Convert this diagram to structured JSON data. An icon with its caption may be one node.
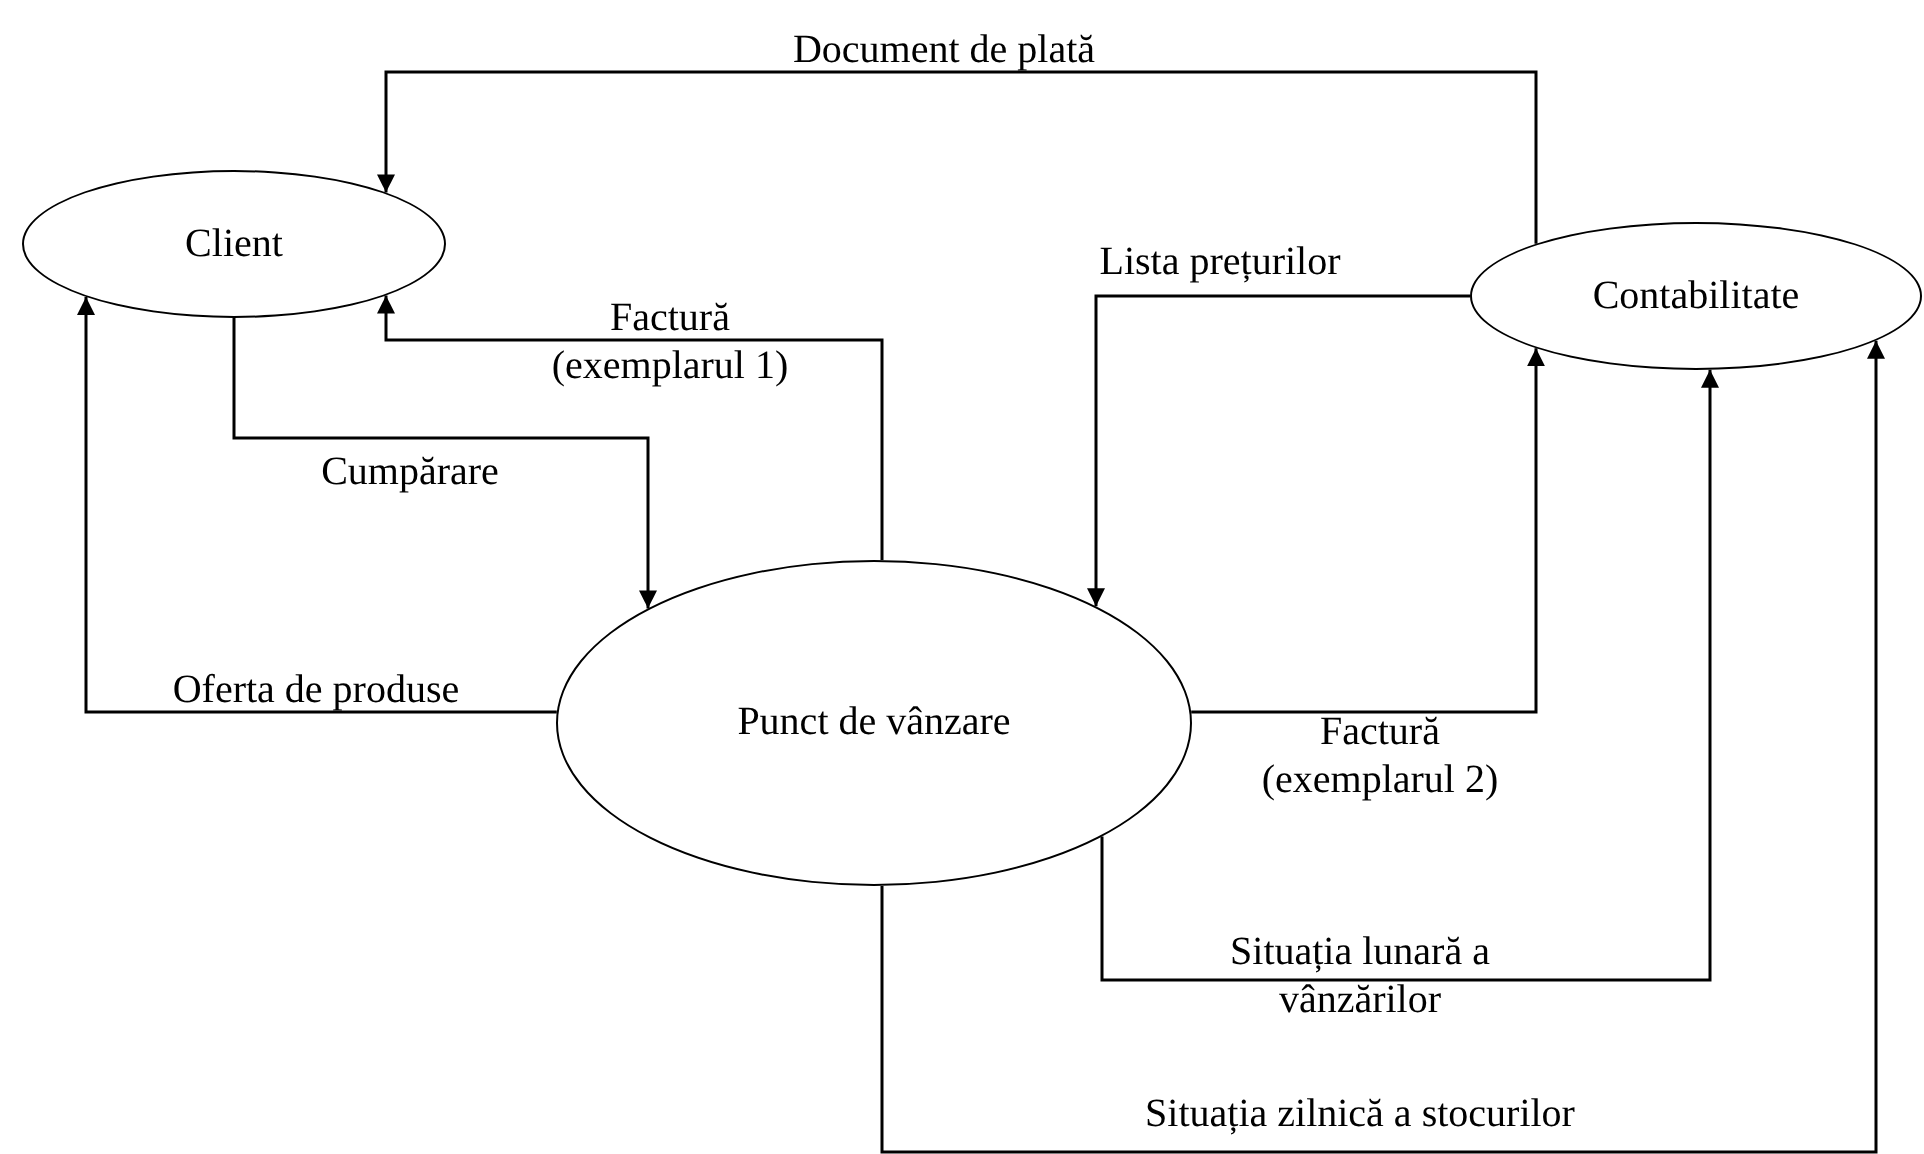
{
  "diagram": {
    "nodes": [
      {
        "text": [
          "Client"
        ]
      },
      {
        "text": [
          "Contabilitate"
        ]
      },
      {
        "text": [
          "Punct de vânzare"
        ]
      }
    ],
    "edges": [
      {
        "from": 1,
        "to": 0,
        "arrow": "to",
        "label": "Document de plată"
      },
      {
        "from": 2,
        "to": 0,
        "arrow": "to",
        "label": "Factură (exemplarul 1)"
      },
      {
        "from": 0,
        "to": 2,
        "arrow": "to",
        "label": "Cumpărare"
      },
      {
        "from": 1,
        "to": 2,
        "arrow": "to",
        "label": "Lista prețurilor"
      },
      {
        "from": 2,
        "to": 0,
        "arrow": "to",
        "label": "Oferta de produse"
      },
      {
        "from": 2,
        "to": 1,
        "arrow": "to",
        "label": "Factură (exemplarul 2)"
      },
      {
        "from": 2,
        "to": 1,
        "arrow": "to",
        "label": "Situația lunară a vânzărilor"
      },
      {
        "from": 2,
        "to": 1,
        "arrow": "to",
        "label": "Situația zilnică a stocurilor"
      }
    ]
  }
}
